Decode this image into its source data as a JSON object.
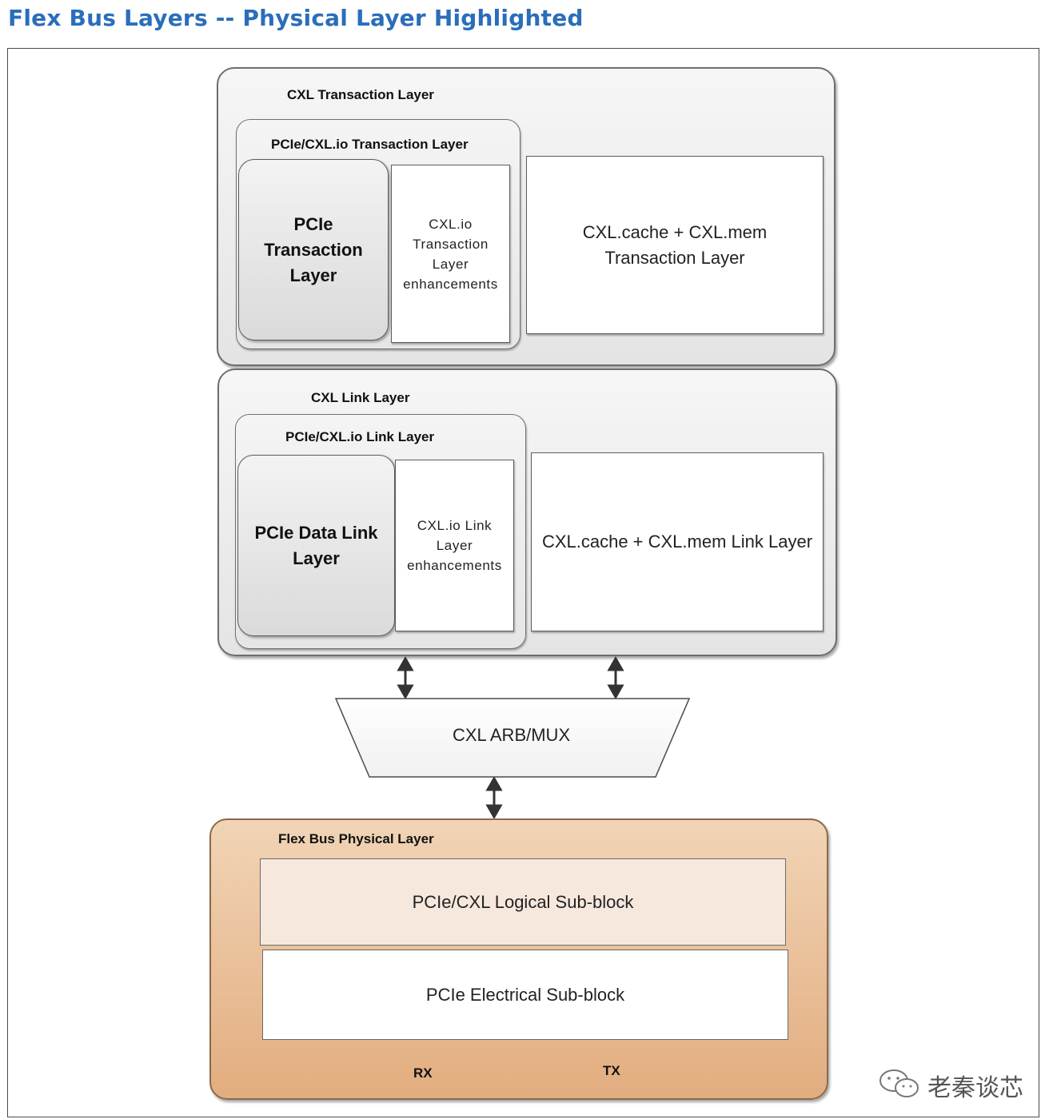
{
  "title": "Flex Bus Layers -- Physical Layer Highlighted",
  "transaction": {
    "group_label": "CXL Transaction Layer",
    "sub_label": "PCIe/CXL.io Transaction Layer",
    "pcie_box": "PCIe Transaction Layer",
    "io_enh": "CXL.io Transaction Layer enhancements",
    "cachemem": "CXL.cache + CXL.mem Transaction Layer"
  },
  "link": {
    "group_label": "CXL Link Layer",
    "sub_label": "PCIe/CXL.io Link Layer",
    "pcie_box": "PCIe Data Link Layer",
    "io_enh": "CXL.io Link Layer enhancements",
    "cachemem": "CXL.cache + CXL.mem Link Layer"
  },
  "mux": {
    "label": "CXL ARB/MUX"
  },
  "physical": {
    "group_label": "Flex Bus Physical Layer",
    "logical": "PCIe/CXL Logical Sub-block",
    "electrical": "PCIe Electrical Sub-block",
    "rx": "RX",
    "tx": "TX"
  },
  "watermark": "老秦谈芯"
}
